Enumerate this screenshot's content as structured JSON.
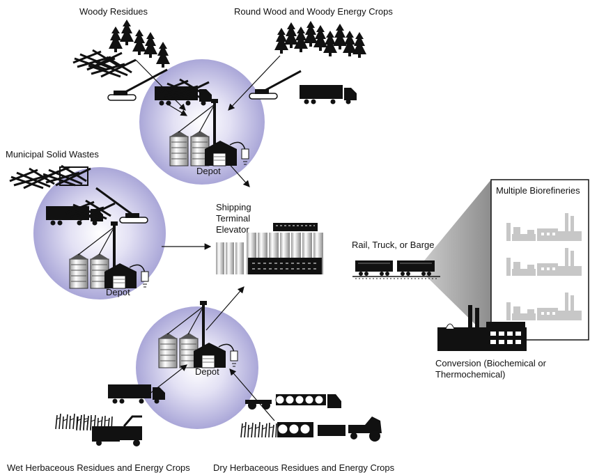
{
  "labels": {
    "woody_residues": "Woody Residues",
    "round_wood": "Round Wood and Woody Energy Crops",
    "municipal": "Municipal Solid Wastes",
    "wet_herbaceous": "Wet Herbaceous Residues and Energy Crops",
    "dry_herbaceous": "Dry Herbaceous  Residues and Energy Crops",
    "depot": "Depot",
    "terminal": "Shipping Terminal Elevator",
    "transport": "Rail, Truck, or Barge",
    "biorefineries": "Multiple Biorefineries",
    "conversion": "Conversion (Biochemical or Thermochemical)"
  },
  "colors": {
    "depot_glow": "#a9a6d9",
    "ink": "#111111",
    "refinery_gray": "#c7c7c7",
    "cone_gray": "#9a9a9a"
  }
}
